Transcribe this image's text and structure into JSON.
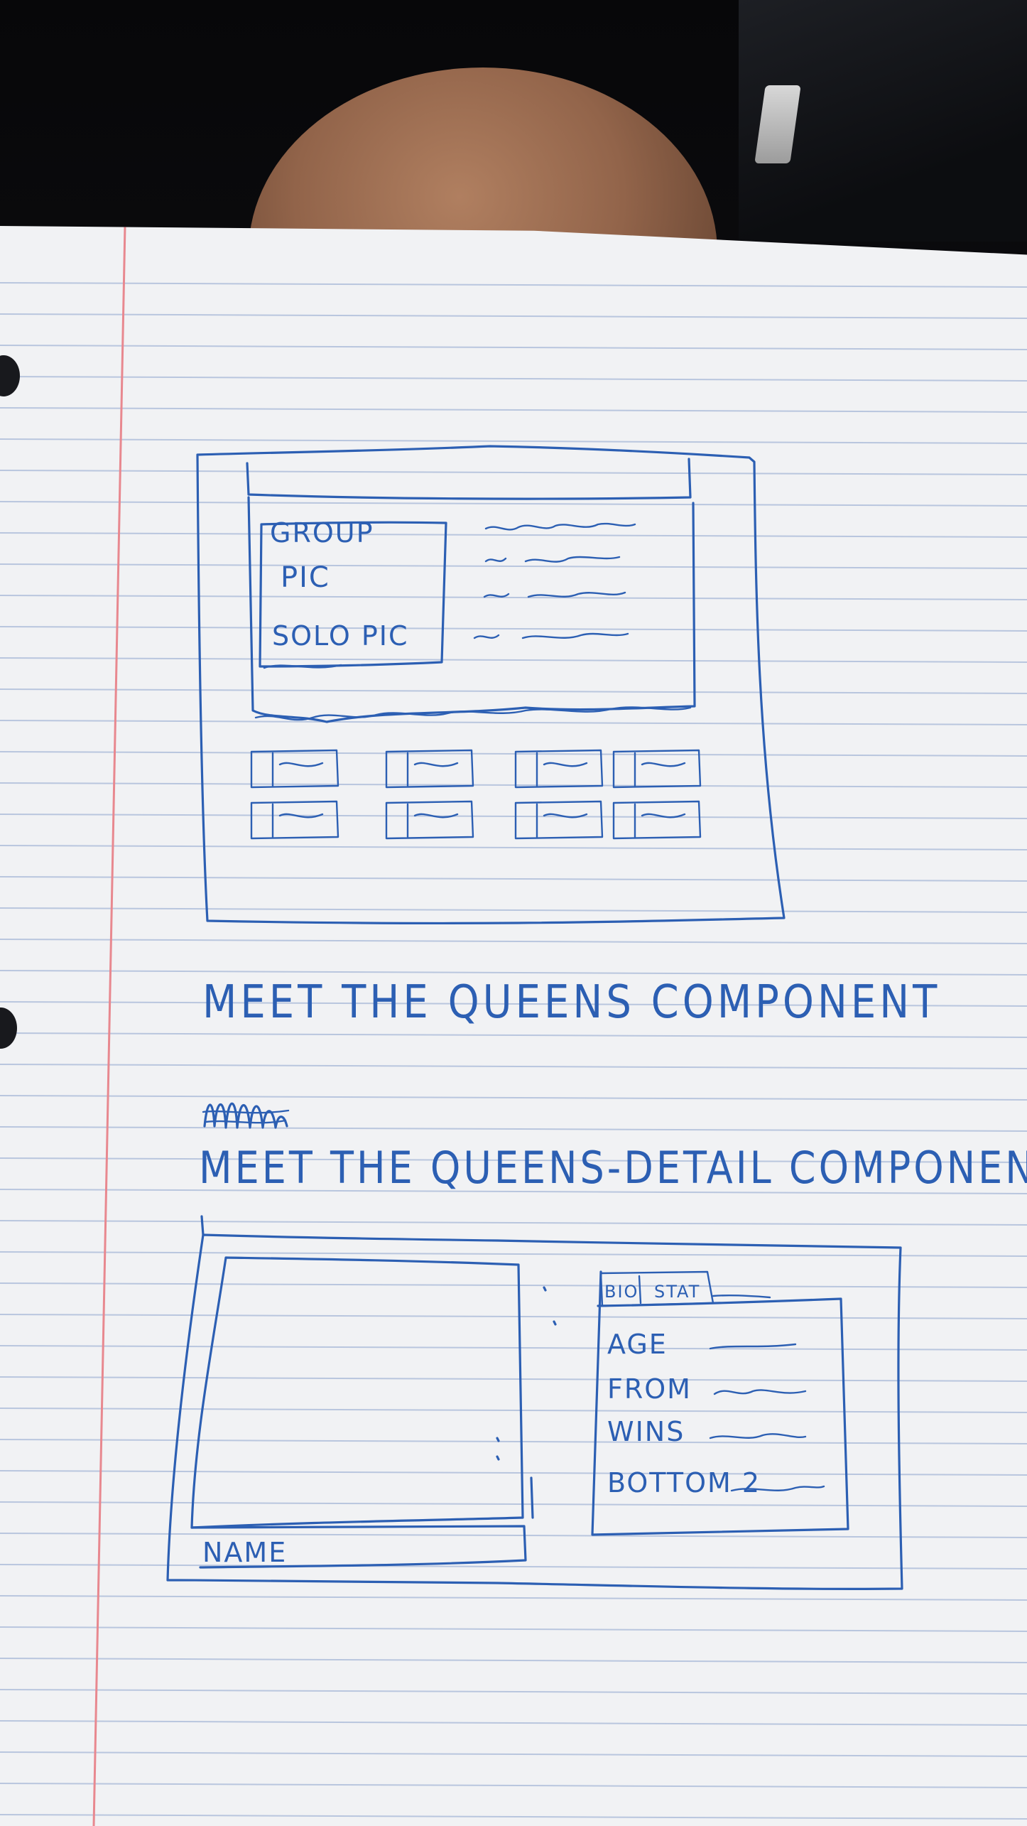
{
  "sketch_top": {
    "photo_label": "GROUP PIC",
    "photo_label_line1": "GROUP",
    "photo_label_line2": "PIC",
    "solo_label": "SOLO PIC",
    "caption": "MEET THE QUEENS COMPONENT"
  },
  "sketch_bottom": {
    "caption": "MEET THE QUEENS-DETAIL COMPONENT",
    "name_label": "NAME",
    "tabs": [
      "BIO",
      "STAT"
    ],
    "fields": [
      "AGE",
      "FROM",
      "WINS",
      "BOTTOM 2"
    ]
  },
  "colors": {
    "ink": "#2c5fb3",
    "paper": "#f1f2f4",
    "rule_line": "#b9c6de",
    "margin_line": "#e8888f"
  }
}
